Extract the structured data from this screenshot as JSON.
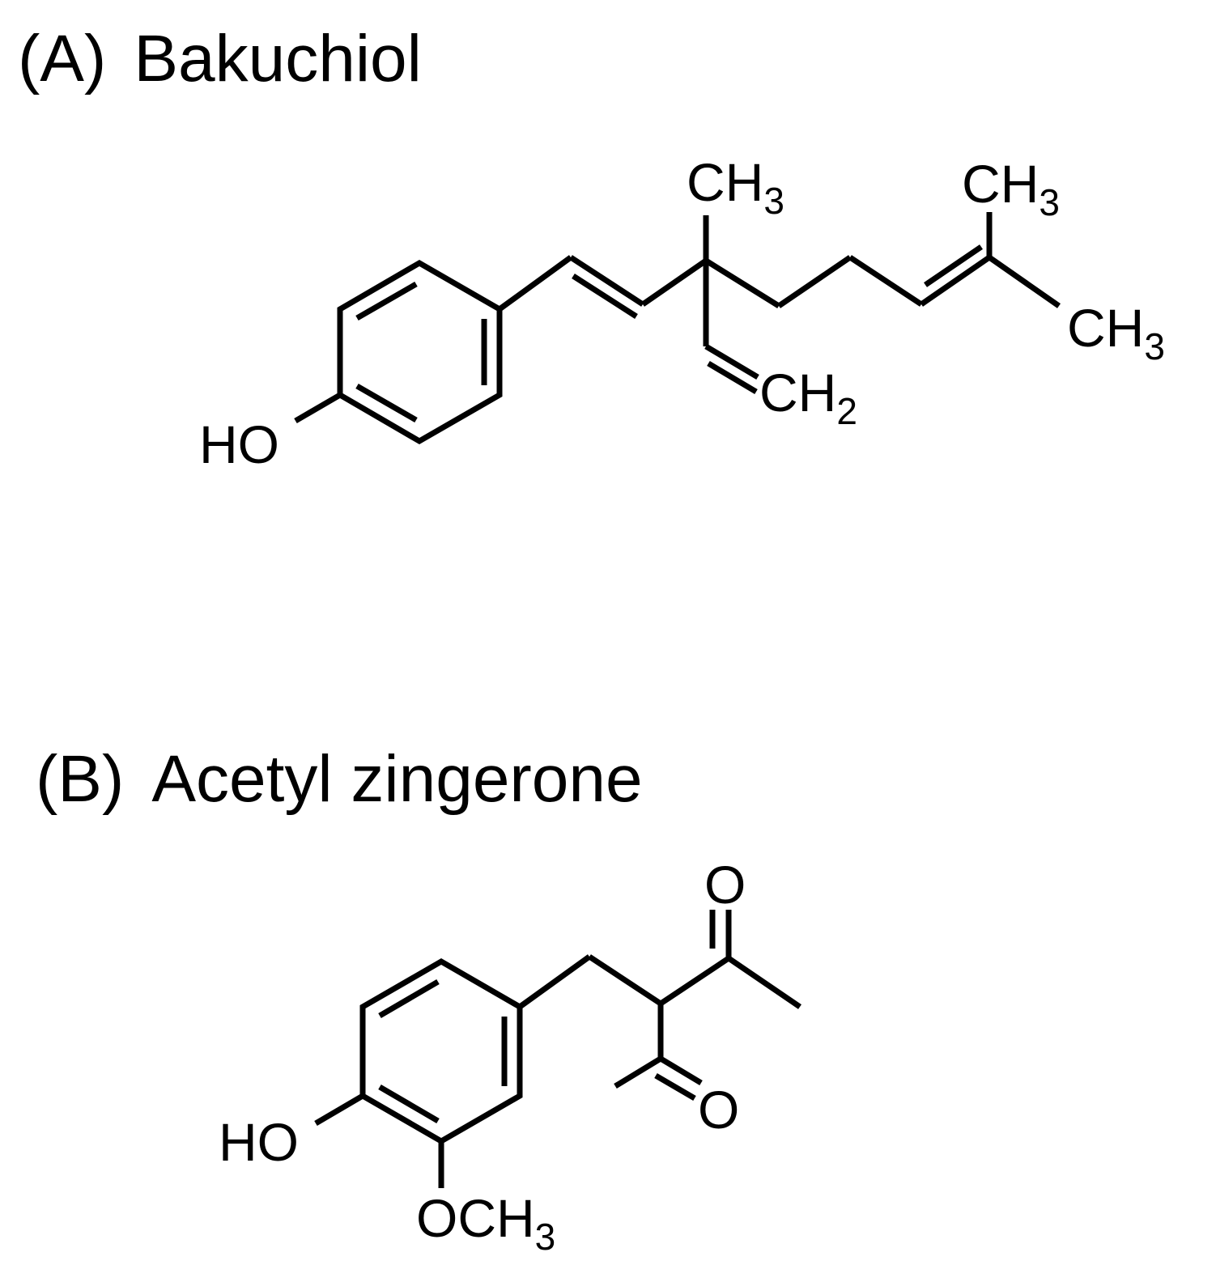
{
  "panels": [
    {
      "letter": "(A)",
      "name": "Bakuchiol",
      "atoms": {
        "hydroxyl": "HO",
        "methyl_top": "CH",
        "methyl_top_sub": "3",
        "methyl_right_top": "CH",
        "methyl_right_top_sub": "3",
        "methyl_right_bottom": "CH",
        "methyl_right_bottom_sub": "3",
        "vinyl": "CH",
        "vinyl_sub": "2"
      }
    },
    {
      "letter": "(B)",
      "name": "Acetyl zingerone",
      "atoms": {
        "hydroxyl": "HO",
        "methoxy": "OCH",
        "methoxy_sub": "3",
        "oxygen_top": "O",
        "oxygen_bottom": "O"
      }
    }
  ],
  "colors": {
    "ink": "#000000",
    "background": "#ffffff"
  }
}
